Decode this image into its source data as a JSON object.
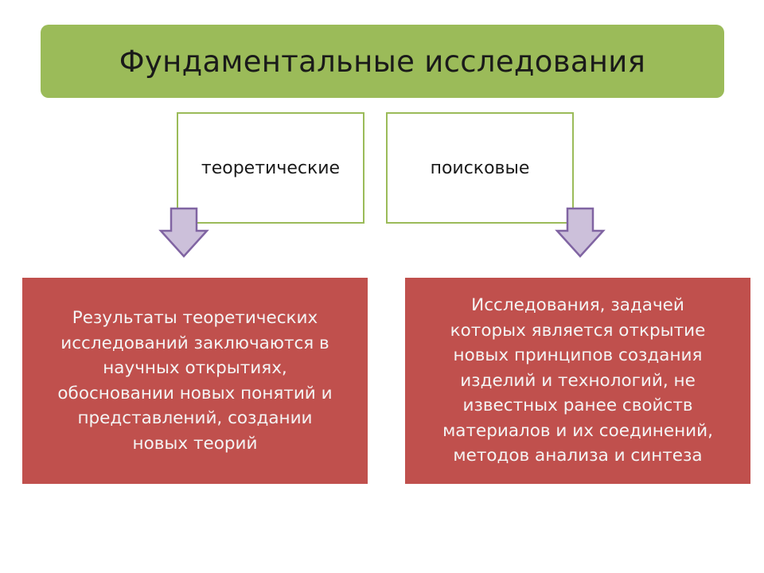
{
  "title": "Фундаментальные исследования",
  "categories": [
    {
      "label": "теоретические",
      "description": [
        "Результаты теоретических",
        "исследований заключаются в",
        "научных открытиях,",
        "обосновании новых понятий и",
        "представлений, создании",
        "новых теорий"
      ]
    },
    {
      "label": "поисковые",
      "description": [
        "Исследования, задачей",
        "которых является открытие",
        "новых принципов создания",
        "изделий и технологий, не",
        "известных ранее свойств",
        "материалов и их соединений,",
        "методов анализа и синтеза"
      ]
    }
  ],
  "colors": {
    "title_fill": "#9bbb59",
    "category_border": "#9bbb59",
    "arrow_fill": "#ccc0da",
    "arrow_stroke": "#8064a2",
    "description_fill": "#c0504d",
    "description_text": "#f4f4f4"
  }
}
